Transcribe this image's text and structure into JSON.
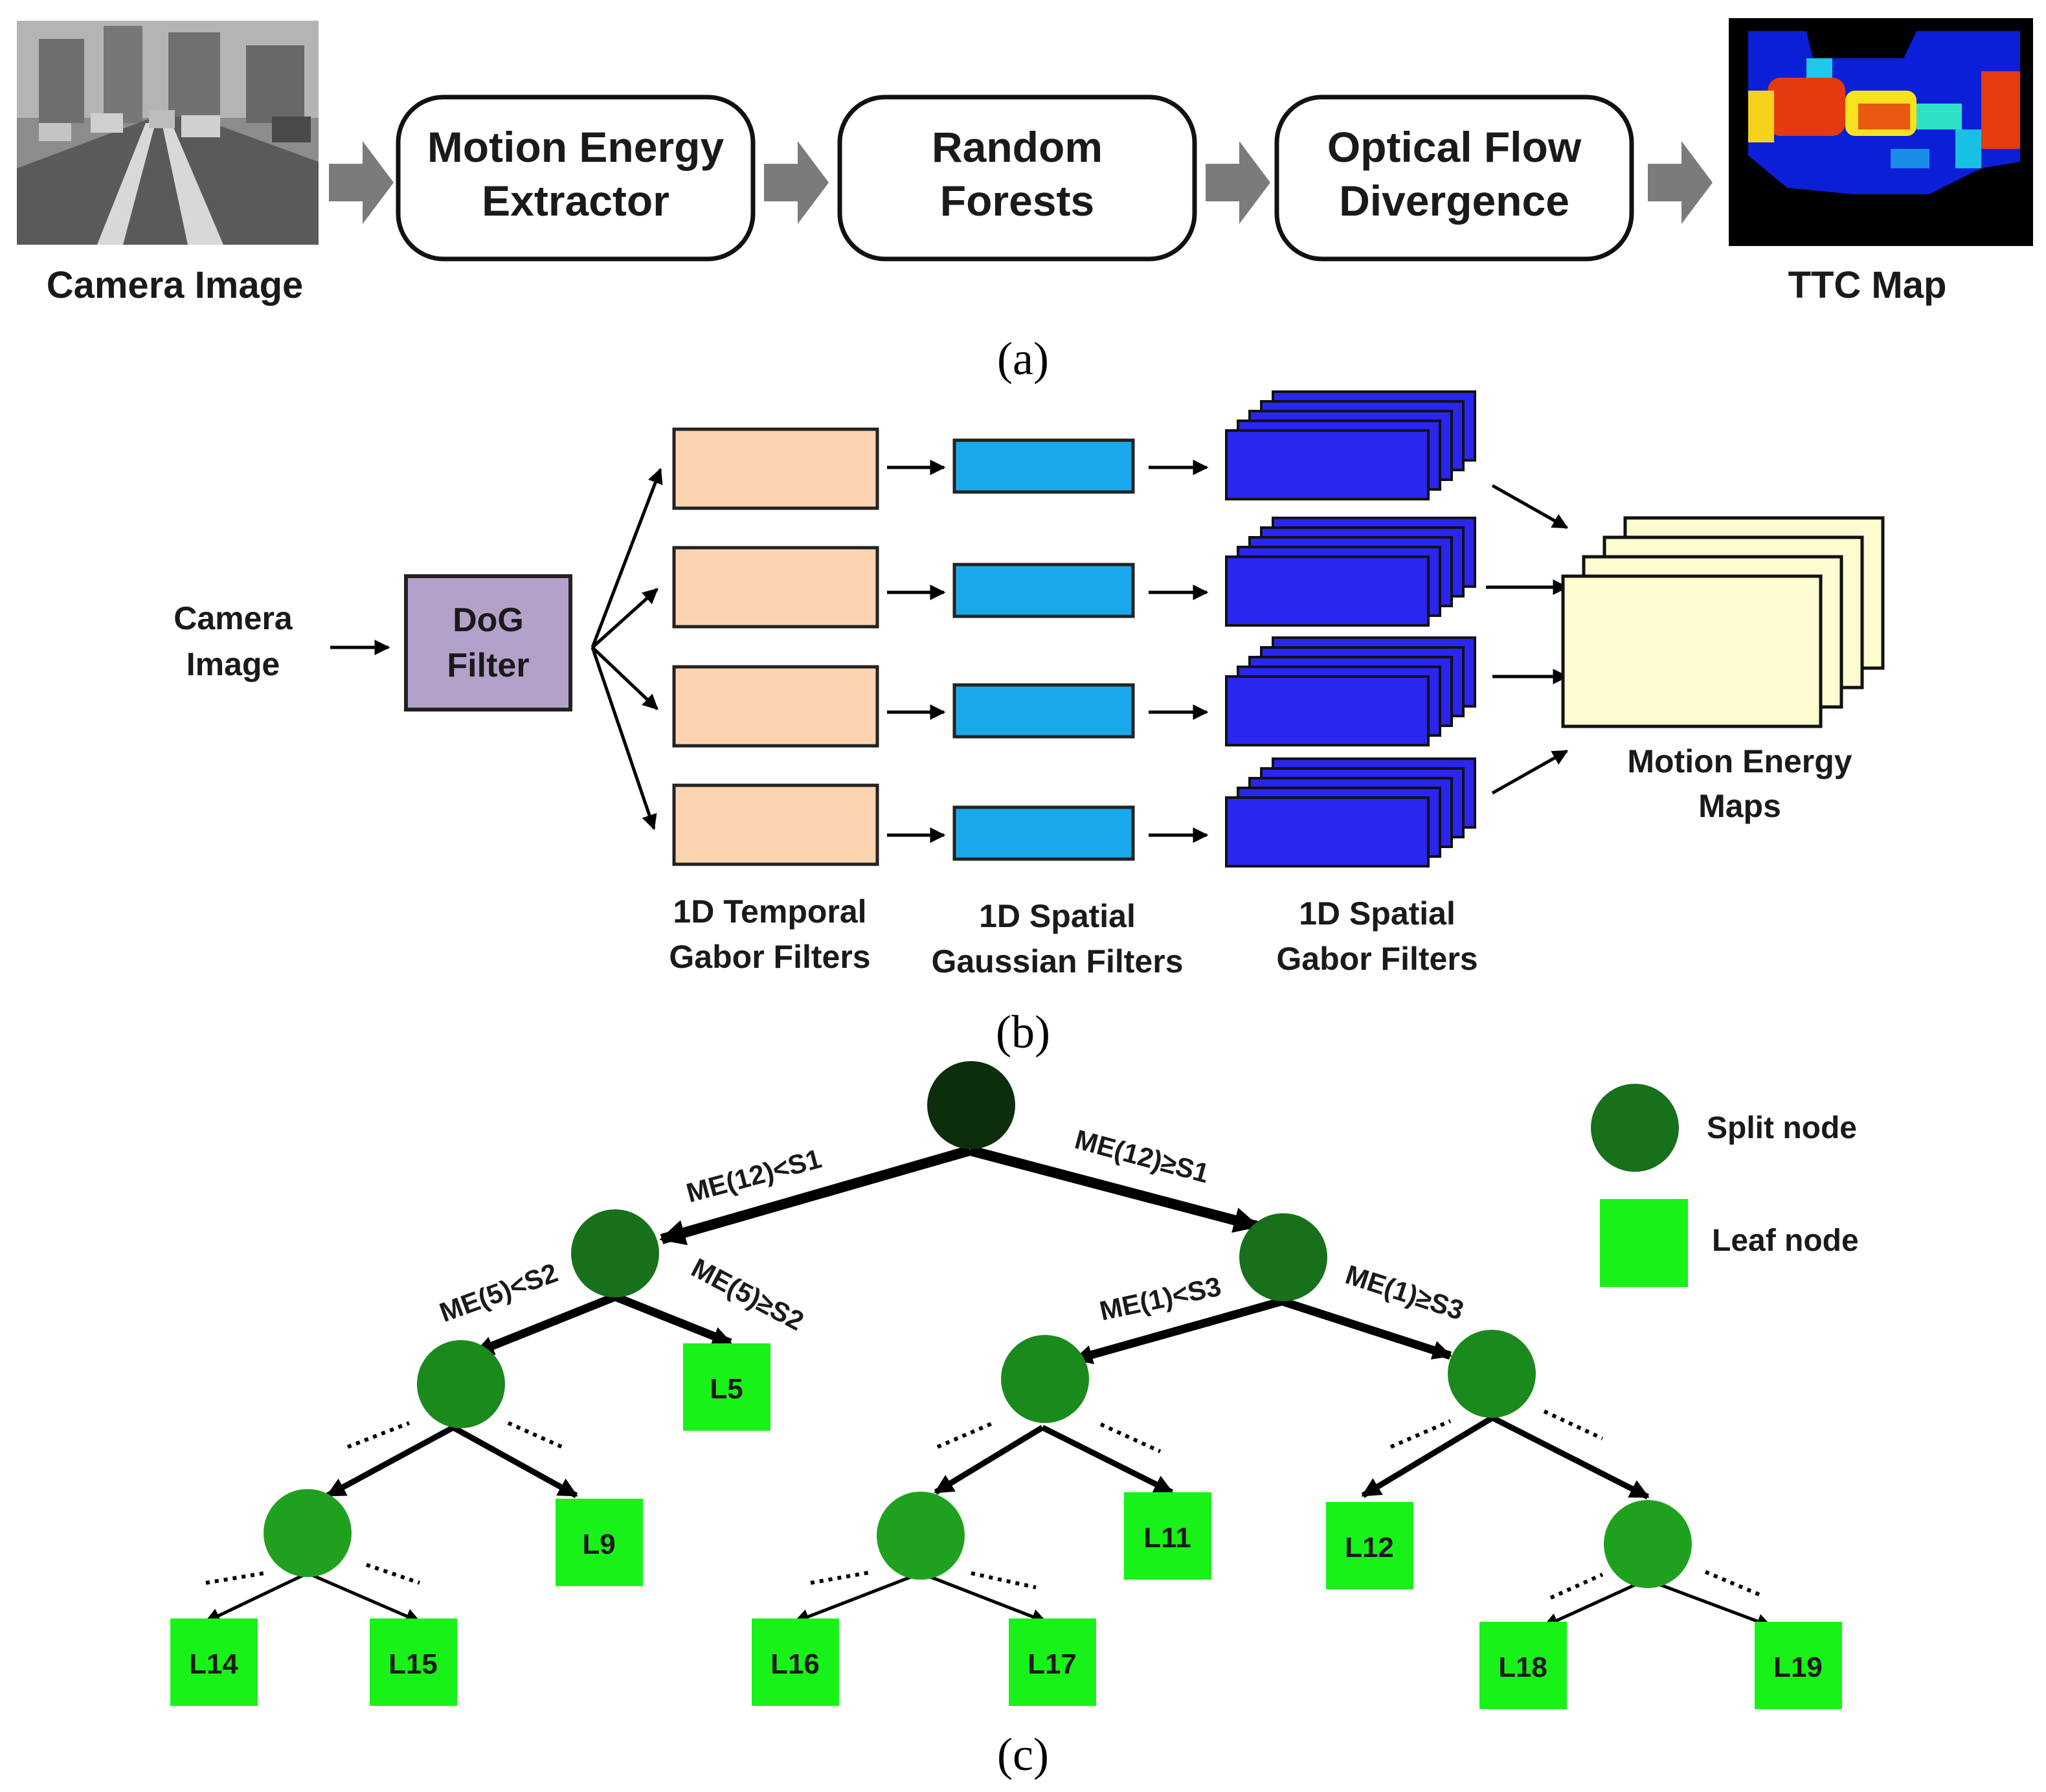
{
  "panel_a": {
    "caption": "(a)",
    "input_label": "Camera Image",
    "steps": [
      {
        "line1": "Motion Energy",
        "line2": "Extractor"
      },
      {
        "line1": "Random",
        "line2": "Forests"
      },
      {
        "line1": "Optical Flow",
        "line2": "Divergence"
      }
    ],
    "output_label": "TTC Map"
  },
  "panel_b": {
    "caption": "(b)",
    "input_label": {
      "line1": "Camera",
      "line2": "Image"
    },
    "dog": {
      "line1": "DoG",
      "line2": "Filter"
    },
    "temporal": {
      "line1": "1D Temporal",
      "line2": "Gabor Filters"
    },
    "gaussian": {
      "line1": "1D Spatial",
      "line2": "Gaussian Filters"
    },
    "gabor": {
      "line1": "1D Spatial",
      "line2": "Gabor Filters"
    },
    "output": {
      "line1": "Motion Energy",
      "line2": "Maps"
    },
    "colors": {
      "temporal": "#fbd3b0",
      "gaussian": "#1aa8ec",
      "gabor": "#2a26ee",
      "maps": "#fdfbd0",
      "dog": "#b4a1c9"
    }
  },
  "panel_c": {
    "caption": "(c)",
    "legend": {
      "split": "Split node",
      "leaf": "Leaf node"
    },
    "edges": {
      "root_left": "ME(12)<S1",
      "root_right": "ME(12)≥S1",
      "a_left": "ME(5)<S2",
      "a_right": "ME(5)≥S2",
      "b_left": "ME(1)<S3",
      "b_right": "ME(1)≥S3"
    },
    "leaves": {
      "L5": "L5",
      "L9": "L9",
      "L11": "L11",
      "L12": "L12",
      "L14": "L14",
      "L15": "L15",
      "L16": "L16",
      "L17": "L17",
      "L18": "L18",
      "L19": "L19"
    },
    "colors": {
      "root": "#0d2e0d",
      "split": "#17701a",
      "split_light": "#1fa11f",
      "leaf": "#19f219"
    }
  }
}
